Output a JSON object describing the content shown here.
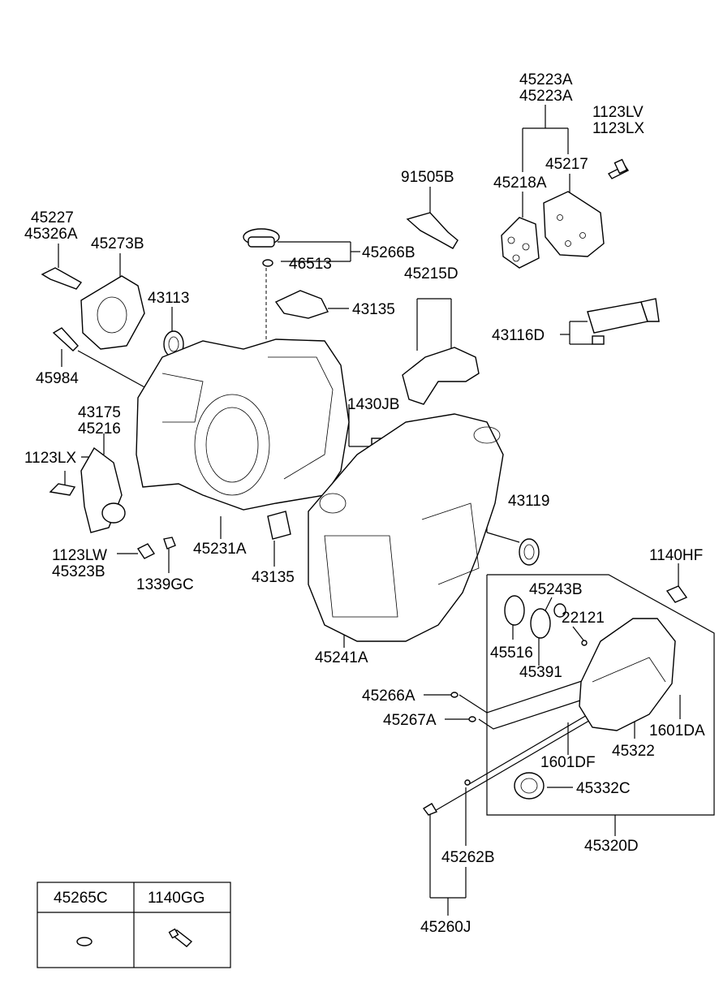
{
  "callouts": [
    {
      "id": "45223A_1",
      "text": "45223A"
    },
    {
      "id": "45223A_2",
      "text": "45223A"
    },
    {
      "id": "1123LV",
      "text": "1123LV"
    },
    {
      "id": "1123LX_top",
      "text": "1123LX"
    },
    {
      "id": "45217",
      "text": "45217"
    },
    {
      "id": "45218A",
      "text": "45218A"
    },
    {
      "id": "91505B",
      "text": "91505B"
    },
    {
      "id": "45227",
      "text": "45227"
    },
    {
      "id": "45326A",
      "text": "45326A"
    },
    {
      "id": "45273B",
      "text": "45273B"
    },
    {
      "id": "45266B",
      "text": "45266B"
    },
    {
      "id": "46513",
      "text": "46513"
    },
    {
      "id": "45215D",
      "text": "45215D"
    },
    {
      "id": "43113",
      "text": "43113"
    },
    {
      "id": "43135_top",
      "text": "43135"
    },
    {
      "id": "43116D",
      "text": "43116D"
    },
    {
      "id": "45984",
      "text": "45984"
    },
    {
      "id": "1430JB",
      "text": "1430JB"
    },
    {
      "id": "43175",
      "text": "43175"
    },
    {
      "id": "45216",
      "text": "45216"
    },
    {
      "id": "1123LX_left",
      "text": "1123LX"
    },
    {
      "id": "43119",
      "text": "43119"
    },
    {
      "id": "1123LW",
      "text": "1123LW"
    },
    {
      "id": "45323B",
      "text": "45323B"
    },
    {
      "id": "45231A",
      "text": "45231A"
    },
    {
      "id": "1339GC",
      "text": "1339GC"
    },
    {
      "id": "43135_bottom",
      "text": "43135"
    },
    {
      "id": "1140HF",
      "text": "1140HF"
    },
    {
      "id": "45243B",
      "text": "45243B"
    },
    {
      "id": "22121",
      "text": "22121"
    },
    {
      "id": "45516",
      "text": "45516"
    },
    {
      "id": "45391",
      "text": "45391"
    },
    {
      "id": "45241A",
      "text": "45241A"
    },
    {
      "id": "45266A",
      "text": "45266A"
    },
    {
      "id": "45267A",
      "text": "45267A"
    },
    {
      "id": "1601DA",
      "text": "1601DA"
    },
    {
      "id": "45322",
      "text": "45322"
    },
    {
      "id": "1601DF",
      "text": "1601DF"
    },
    {
      "id": "45332C",
      "text": "45332C"
    },
    {
      "id": "45262B",
      "text": "45262B"
    },
    {
      "id": "45320D",
      "text": "45320D"
    },
    {
      "id": "45260J",
      "text": "45260J"
    }
  ],
  "legend_table": {
    "headers": [
      "45265C",
      "1140GG"
    ]
  }
}
